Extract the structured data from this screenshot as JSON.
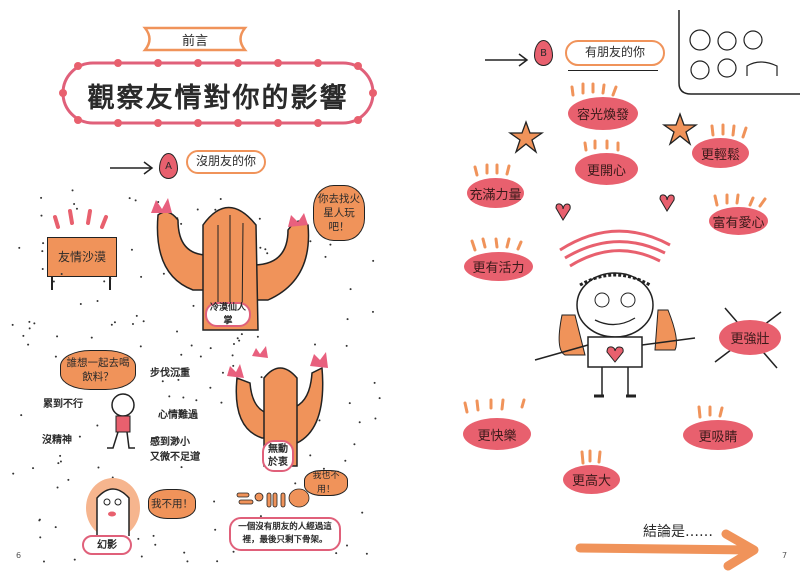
{
  "left_page": {
    "section_label": "前言",
    "title": "觀察友情對你的影響",
    "heading_a": {
      "badge": "A",
      "label": "沒朋友的你"
    },
    "sign": "友情沙漠",
    "cactus_speech": "你去找火星人玩吧！",
    "cactus_label": "冷漠仙人掌",
    "person_speech": "誰想一起去喝飲料？",
    "person_notes": [
      "步伐沉重",
      "累到不行",
      "心情難過",
      "沒精神",
      "感到渺小",
      "又微不足道"
    ],
    "cactus2_label": "無動於衷",
    "ghost_speech": "我不用！",
    "ghost_label": "幻影",
    "skeleton_speech": "我也不用！",
    "skeleton_caption": "一個沒有朋友的人經過這裡，最後只剩下骨架。",
    "page_number": "6"
  },
  "right_page": {
    "heading_b": {
      "badge": "B",
      "label": "有朋友的你"
    },
    "benefits": [
      "容光煥發",
      "更開心",
      "更輕鬆",
      "充滿力量",
      "富有愛心",
      "更有活力",
      "更強壯",
      "更快樂",
      "更吸睛",
      "更高大"
    ],
    "crossed_out": "更強壯",
    "conclusion": "結論是……",
    "page_number": "7"
  },
  "colors": {
    "pink": "#e8606e",
    "orange": "#f0935a",
    "ink": "#222222"
  }
}
